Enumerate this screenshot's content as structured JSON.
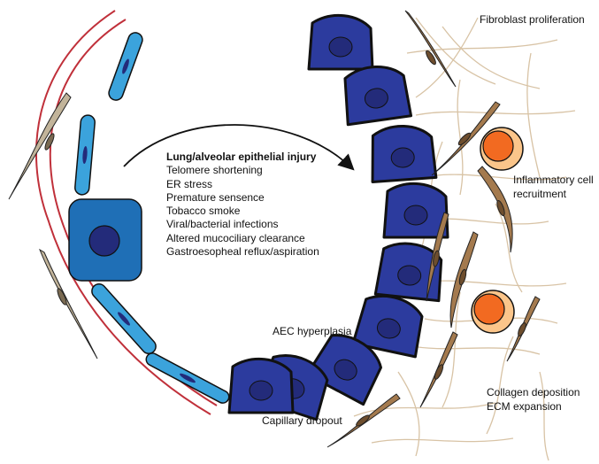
{
  "injury": {
    "title": "Lung/alveolar epithelial injury",
    "causes": [
      "Telomere shortening",
      "ER stress",
      "Premature sensence",
      "Tobacco smoke",
      "Viral/bacterial infections",
      "Altered mucociliary clearance",
      "Gastroesopheal reflux/aspiration"
    ]
  },
  "labels": {
    "fibroblast": "Fibroblast proliferation",
    "inflammatory_line1": "Inflammatory cell",
    "inflammatory_line2": "recruitment",
    "aec": "AEC hyperplasia",
    "capillary": "Capillary dropout",
    "collagen_line1": "Collagen deposition",
    "collagen_line2": "ECM expansion"
  },
  "colors": {
    "type1_cell": "#3ba3dc",
    "type2_cell": "#1f6fb6",
    "aec_cell": "#2c3b9e",
    "nucleus": "#232b7a",
    "fibroblast": "#a47a4e",
    "quiescent_fibroblast": "#c2b49a",
    "inflammatory": "#f26a21",
    "capillary": "#c0303a",
    "collagen": "#d8c3a5"
  }
}
